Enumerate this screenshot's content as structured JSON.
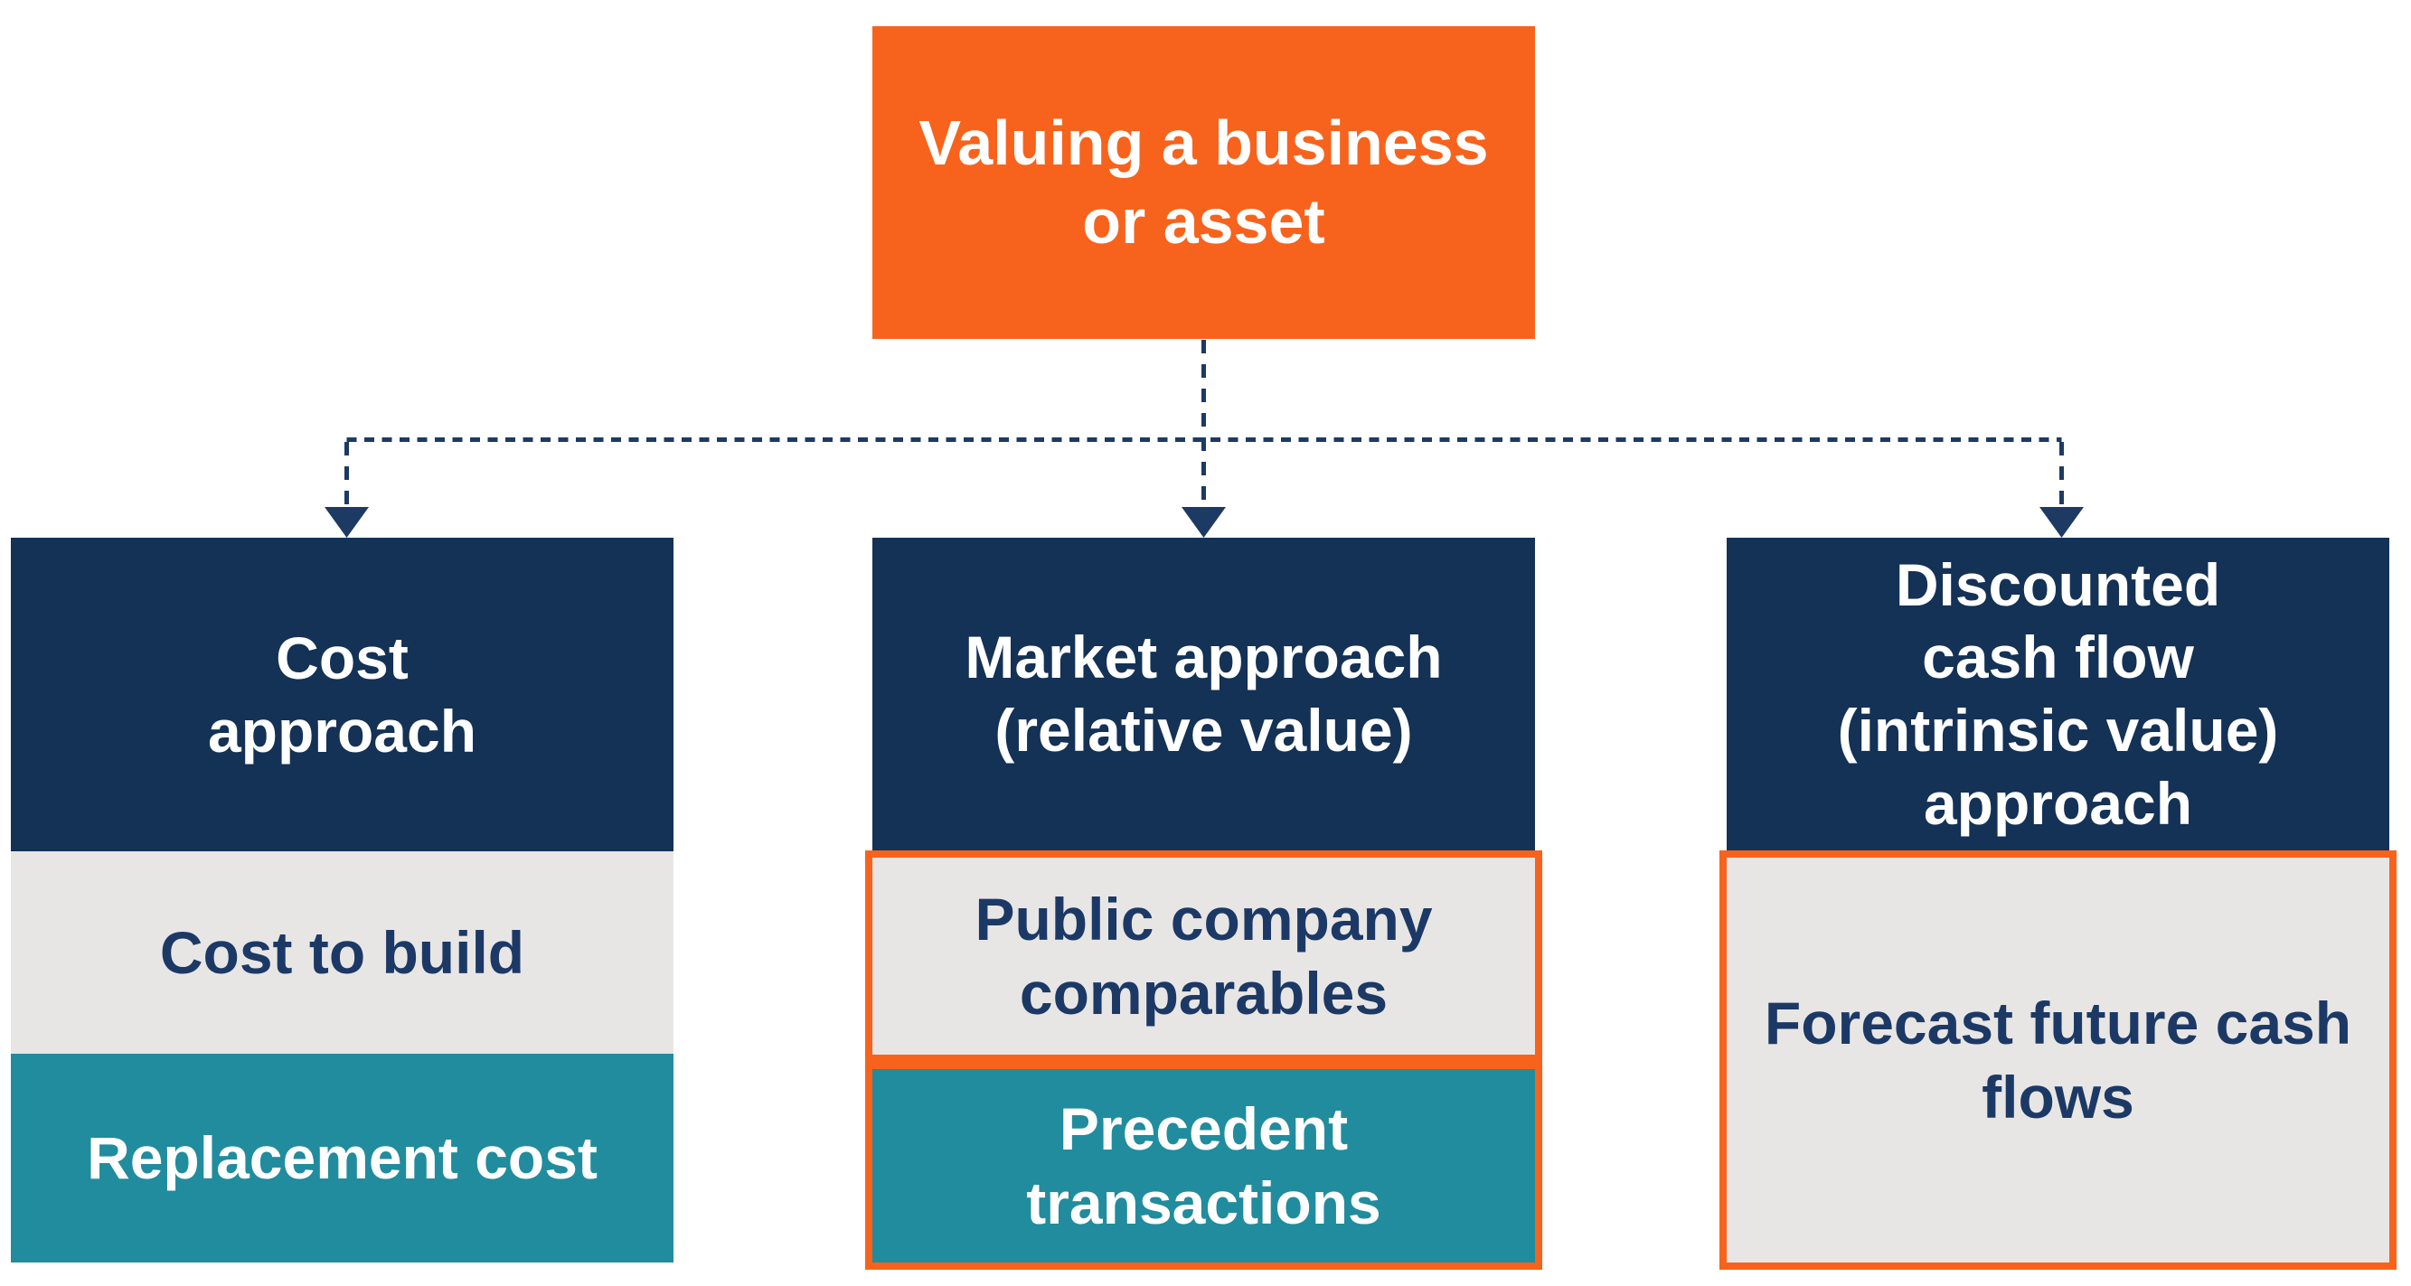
{
  "diagram": {
    "type": "flowchart",
    "title": "Valuing a business\nor asset",
    "columns": [
      {
        "header": "Cost\napproach",
        "items": [
          {
            "label": "Cost to build",
            "variant": "gray",
            "bordered": false
          },
          {
            "label": "Replacement cost",
            "variant": "teal",
            "bordered": false
          }
        ]
      },
      {
        "header": "Market approach\n(relative value)",
        "items": [
          {
            "label": "Public company\ncomparables",
            "variant": "gray",
            "bordered": true
          },
          {
            "label": "Precedent\ntransactions",
            "variant": "teal",
            "bordered": true
          }
        ]
      },
      {
        "header": "Discounted\ncash flow\n(intrinsic value)\napproach",
        "items": [
          {
            "label": "Forecast future cash\nflows",
            "variant": "gray",
            "bordered": true
          }
        ]
      }
    ],
    "colors": {
      "orange": "#F7631C",
      "navy": "#143156",
      "teal": "#218C9D",
      "gray": "#E8E6E4",
      "connector": "#1C3A63",
      "text_on_gray": "#1C3966",
      "text_on_dark": "#FFFFFF"
    }
  }
}
